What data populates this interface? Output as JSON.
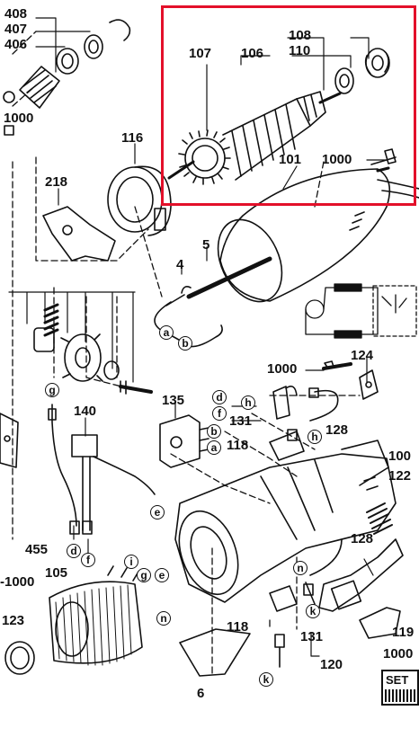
{
  "diagram": {
    "highlight_color": "#e3102a",
    "line_color": "#111111",
    "labels": {
      "p408": "408",
      "p407": "407",
      "p406": "406",
      "p1000_tl": "1000",
      "p107": "107",
      "p106": "106",
      "p108": "108",
      "p110": "110",
      "p1000_tr": "1000",
      "p101": "101",
      "p116": "116",
      "p218": "218",
      "p4": "4",
      "p5": "5",
      "p124": "124",
      "p1000_mid": "1000",
      "p135": "135",
      "p131_a": "131",
      "p118_a": "118",
      "p128_a": "128",
      "p140": "140",
      "p100": "100",
      "p122": "122",
      "p455": "455",
      "p1000_left": "-1000",
      "p105": "105",
      "p128_b": "128",
      "p123": "123",
      "p118_b": "118",
      "p131_b": "131",
      "p120": "120",
      "p119": "119",
      "p1000_br": "1000",
      "p6": "6"
    },
    "callouts": {
      "a1": "a",
      "b1": "b",
      "d1": "d",
      "f1": "f",
      "b2": "b",
      "a2": "a",
      "h1": "h",
      "h2": "h",
      "g1": "g",
      "e1": "e",
      "d2": "d",
      "f2": "f",
      "i1": "i",
      "g2": "g",
      "e2": "e",
      "n1": "n",
      "n2": "n",
      "k1": "k",
      "k2": "k"
    },
    "set_box": "SET"
  }
}
